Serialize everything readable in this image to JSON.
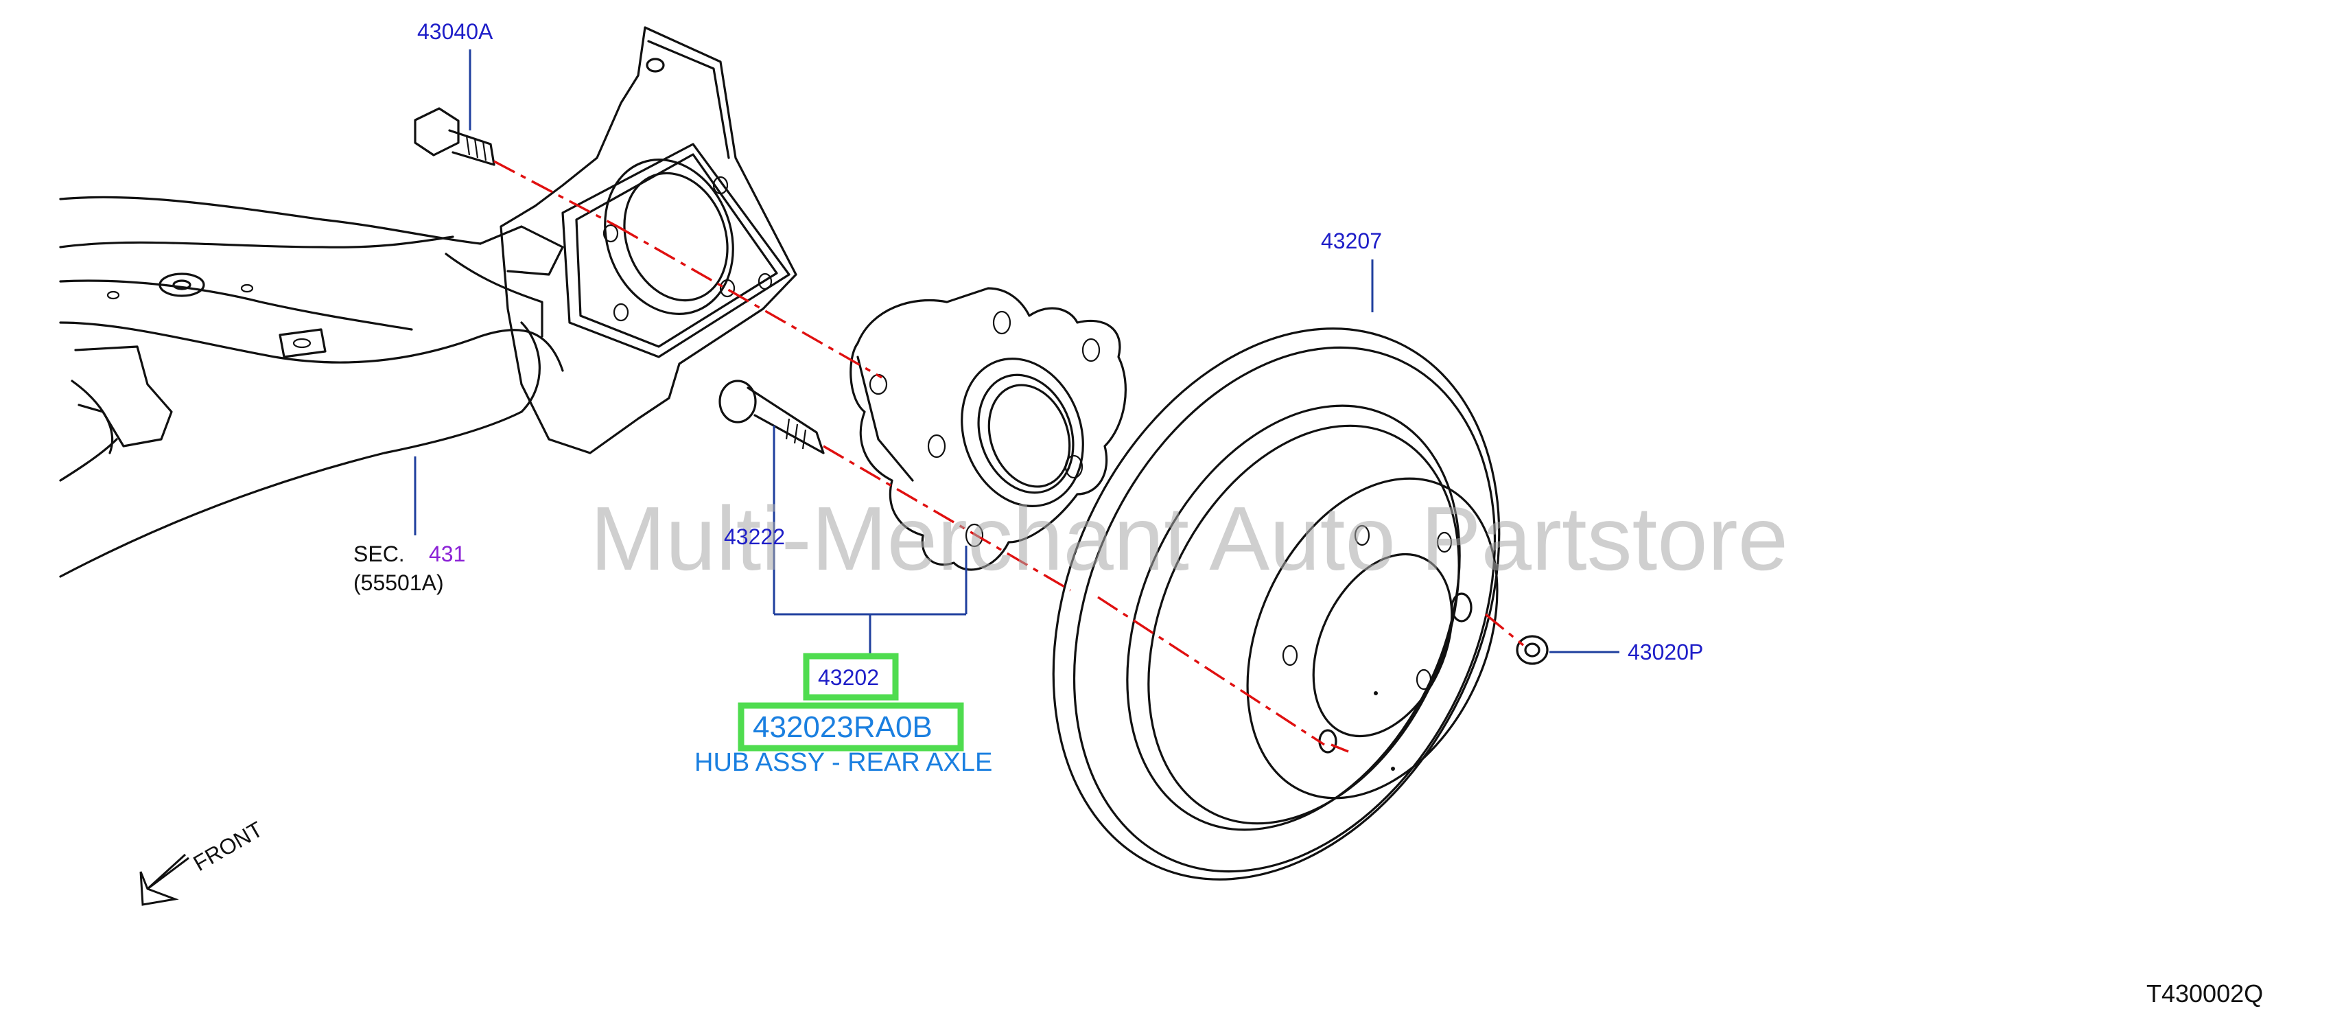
{
  "colors": {
    "callout": "#1e1ec8",
    "sec_ref": "#8b21d6",
    "selected_part": "#1a7fe0",
    "highlight": "#4fdc4f",
    "leader": "#1f3f9e",
    "centerline": "#e01010",
    "watermark": "#a9a9a9"
  },
  "watermark": "Multi-Merchant Auto Partstore",
  "callouts": {
    "bolt": "43040A",
    "rotor": "43207",
    "hub_bolt": "43222",
    "hub_assy": "43202",
    "nut": "43020P"
  },
  "section_ref": {
    "prefix": "SEC.",
    "number": "431",
    "sub": "(55501A)"
  },
  "selected_part": {
    "part_number": "432023RA0B",
    "description": "HUB ASSY - REAR AXLE"
  },
  "direction": {
    "label": "FRONT",
    "icon": "front-arrow-icon"
  },
  "diagram_id": "T430002Q"
}
